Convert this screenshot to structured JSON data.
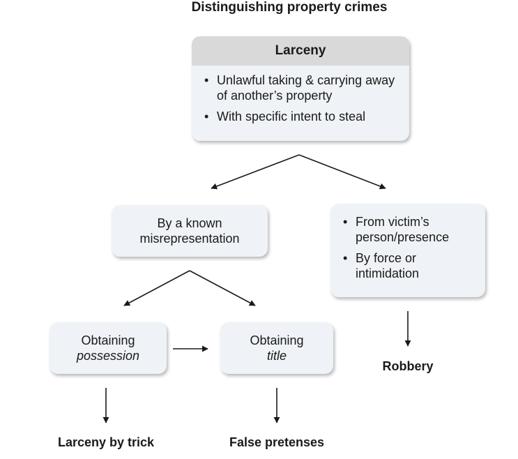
{
  "title": "Distinguishing property crimes",
  "larceny": {
    "header": "Larceny",
    "bullets": [
      "Unlawful taking & carrying away of another’s property",
      "With specific intent to steal"
    ]
  },
  "misrep": {
    "line1": "By a known",
    "line2": "misrepresentation"
  },
  "robbery_box": {
    "bullets": [
      "From victim’s person/presence",
      "By force or intimidation"
    ]
  },
  "possession_box": {
    "line1": "Obtaining",
    "line2": "possession"
  },
  "title_box": {
    "line1": "Obtaining",
    "line2": "title"
  },
  "outcomes": {
    "trick": "Larceny by trick",
    "false_pretenses": "False pretenses",
    "robbery": "Robbery"
  },
  "colors": {
    "box_fill": "#eff2f6",
    "header_fill": "#d9d9d9",
    "text": "#1a1a1a",
    "arrow": "#1a1a1a"
  }
}
